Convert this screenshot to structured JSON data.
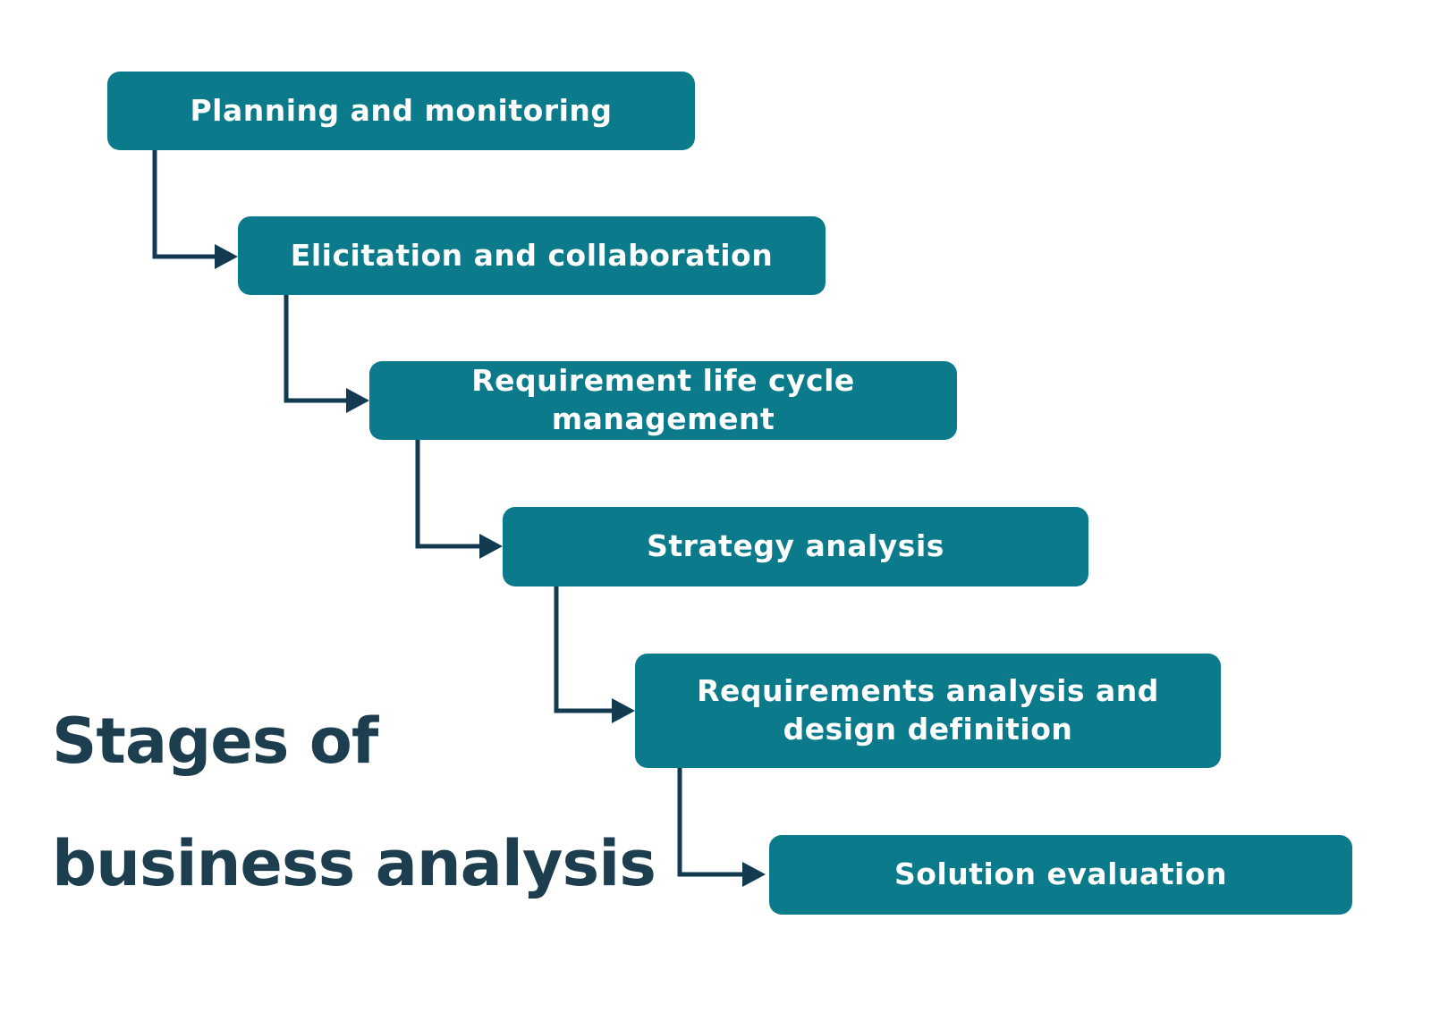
{
  "title": {
    "line1": "Stages of",
    "line2": "business analysis"
  },
  "stages": [
    {
      "label": "Planning and monitoring"
    },
    {
      "label": "Elicitation and collaboration"
    },
    {
      "label": "Requirement life cycle management"
    },
    {
      "label": "Strategy analysis"
    },
    {
      "label": "Requirements analysis and design definition"
    },
    {
      "label": "Solution evaluation"
    }
  ],
  "colors": {
    "background": "#ffffff",
    "box_fill": "#0b7a8a",
    "box_text": "#ffffff",
    "connector": "#123a50",
    "title_text": "#1d3e4e"
  }
}
